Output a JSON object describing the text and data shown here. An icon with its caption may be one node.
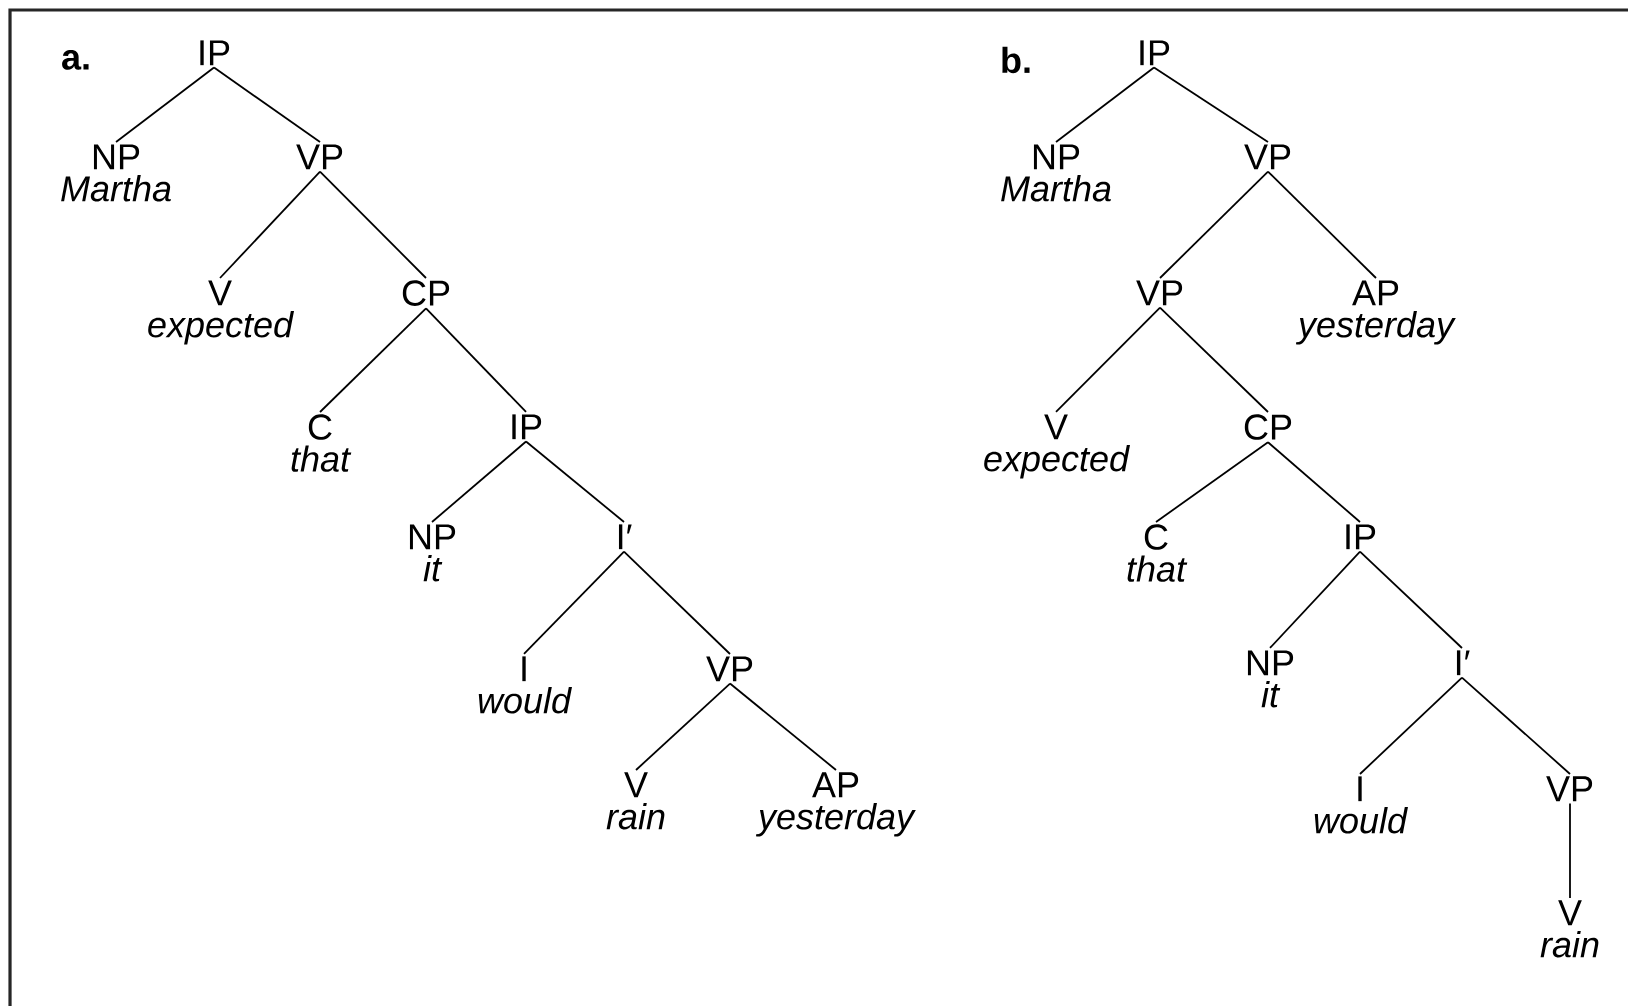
{
  "diagram": {
    "nodes": [
      {
        "text": [
          "IP"
        ]
      },
      {
        "text": [
          "NP",
          "Martha"
        ]
      },
      {
        "text": [
          "VP"
        ]
      },
      {
        "text": [
          "V",
          "expected"
        ]
      },
      {
        "text": [
          "CP"
        ]
      },
      {
        "text": [
          "C",
          "that"
        ]
      },
      {
        "text": [
          "IP"
        ]
      },
      {
        "text": [
          "NP",
          "it"
        ]
      },
      {
        "text": [
          "I′"
        ]
      },
      {
        "text": [
          "I",
          "would"
        ]
      },
      {
        "text": [
          "VP"
        ]
      },
      {
        "text": [
          "V",
          "rain"
        ]
      },
      {
        "text": [
          "AP",
          "yesterday"
        ]
      },
      {
        "text": [
          "IP"
        ]
      },
      {
        "text": [
          "NP",
          "Martha"
        ]
      },
      {
        "text": [
          "VP"
        ]
      },
      {
        "text": [
          "VP"
        ]
      },
      {
        "text": [
          "AP",
          "yesterday"
        ]
      },
      {
        "text": [
          "V",
          "expected"
        ]
      },
      {
        "text": [
          "CP"
        ]
      },
      {
        "text": [
          "C",
          "that"
        ]
      },
      {
        "text": [
          "IP"
        ]
      },
      {
        "text": [
          "NP",
          "it"
        ]
      },
      {
        "text": [
          "I′"
        ]
      },
      {
        "text": [
          "I",
          "would"
        ]
      },
      {
        "text": [
          "VP"
        ]
      },
      {
        "text": [
          "V",
          "rain"
        ]
      }
    ],
    "edges": [
      {
        "from": 0,
        "to": 1,
        "arrow": "none"
      },
      {
        "from": 0,
        "to": 2,
        "arrow": "none"
      },
      {
        "from": 2,
        "to": 3,
        "arrow": "none"
      },
      {
        "from": 2,
        "to": 4,
        "arrow": "none"
      },
      {
        "from": 4,
        "to": 5,
        "arrow": "none"
      },
      {
        "from": 4,
        "to": 6,
        "arrow": "none"
      },
      {
        "from": 6,
        "to": 7,
        "arrow": "none"
      },
      {
        "from": 6,
        "to": 8,
        "arrow": "none"
      },
      {
        "from": 8,
        "to": 9,
        "arrow": "none"
      },
      {
        "from": 8,
        "to": 10,
        "arrow": "none"
      },
      {
        "from": 10,
        "to": 11,
        "arrow": "none"
      },
      {
        "from": 10,
        "to": 12,
        "arrow": "none"
      },
      {
        "from": 13,
        "to": 14,
        "arrow": "none"
      },
      {
        "from": 13,
        "to": 15,
        "arrow": "none"
      },
      {
        "from": 15,
        "to": 16,
        "arrow": "none"
      },
      {
        "from": 15,
        "to": 17,
        "arrow": "none"
      },
      {
        "from": 16,
        "to": 18,
        "arrow": "none"
      },
      {
        "from": 16,
        "to": 19,
        "arrow": "none"
      },
      {
        "from": 19,
        "to": 20,
        "arrow": "none"
      },
      {
        "from": 19,
        "to": 21,
        "arrow": "none"
      },
      {
        "from": 21,
        "to": 22,
        "arrow": "none"
      },
      {
        "from": 21,
        "to": 23,
        "arrow": "none"
      },
      {
        "from": 23,
        "to": 24,
        "arrow": "none"
      },
      {
        "from": 23,
        "to": 25,
        "arrow": "none"
      },
      {
        "from": 25,
        "to": 26,
        "arrow": "none"
      }
    ],
    "labels": [
      "a.",
      "b."
    ]
  }
}
